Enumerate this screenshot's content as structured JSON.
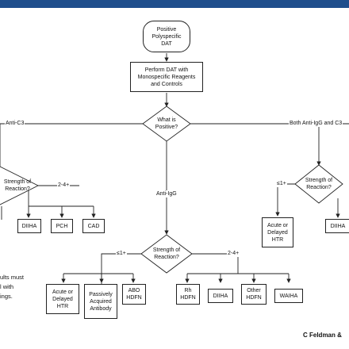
{
  "nodes": {
    "start": "Positive\nPolyspecific\nDAT",
    "perform": "Perform DAT with\nMonospecific Reagents\nand Controls",
    "what_positive": "What is\nPositive?",
    "strength_left": "Strength of\nReaction?",
    "strength_mid": "Strength of\nReaction?",
    "strength_right": "Strength of\nReaction?",
    "diiha_top": "DIIHA",
    "pch": "PCH",
    "cad": "CAD",
    "acute_right": "Acute or\nDelayed\nHTR",
    "diiha_right": "DIIHA",
    "acute_bottom": "Acute or\nDelayed\nHTR",
    "passively": "Passively\nAcquired\nAntibody",
    "abo": "ABO\nHDFN",
    "rh": "Rh\nHDFN",
    "diiha_bottom": "DIIHA",
    "other": "Other\nHDFN",
    "waiha": "WAIHA"
  },
  "edge_labels": {
    "anti_c3": "Anti-C3",
    "both": "Both Anti-IgG and C3",
    "anti_igg": "Anti-IgG",
    "left_high": "2-4+",
    "right_low": "≤1+",
    "mid_low": "≤1+",
    "mid_high": "2-4+"
  },
  "side_text": "ults must\nl with\nings.",
  "credit": "C Feldman &"
}
